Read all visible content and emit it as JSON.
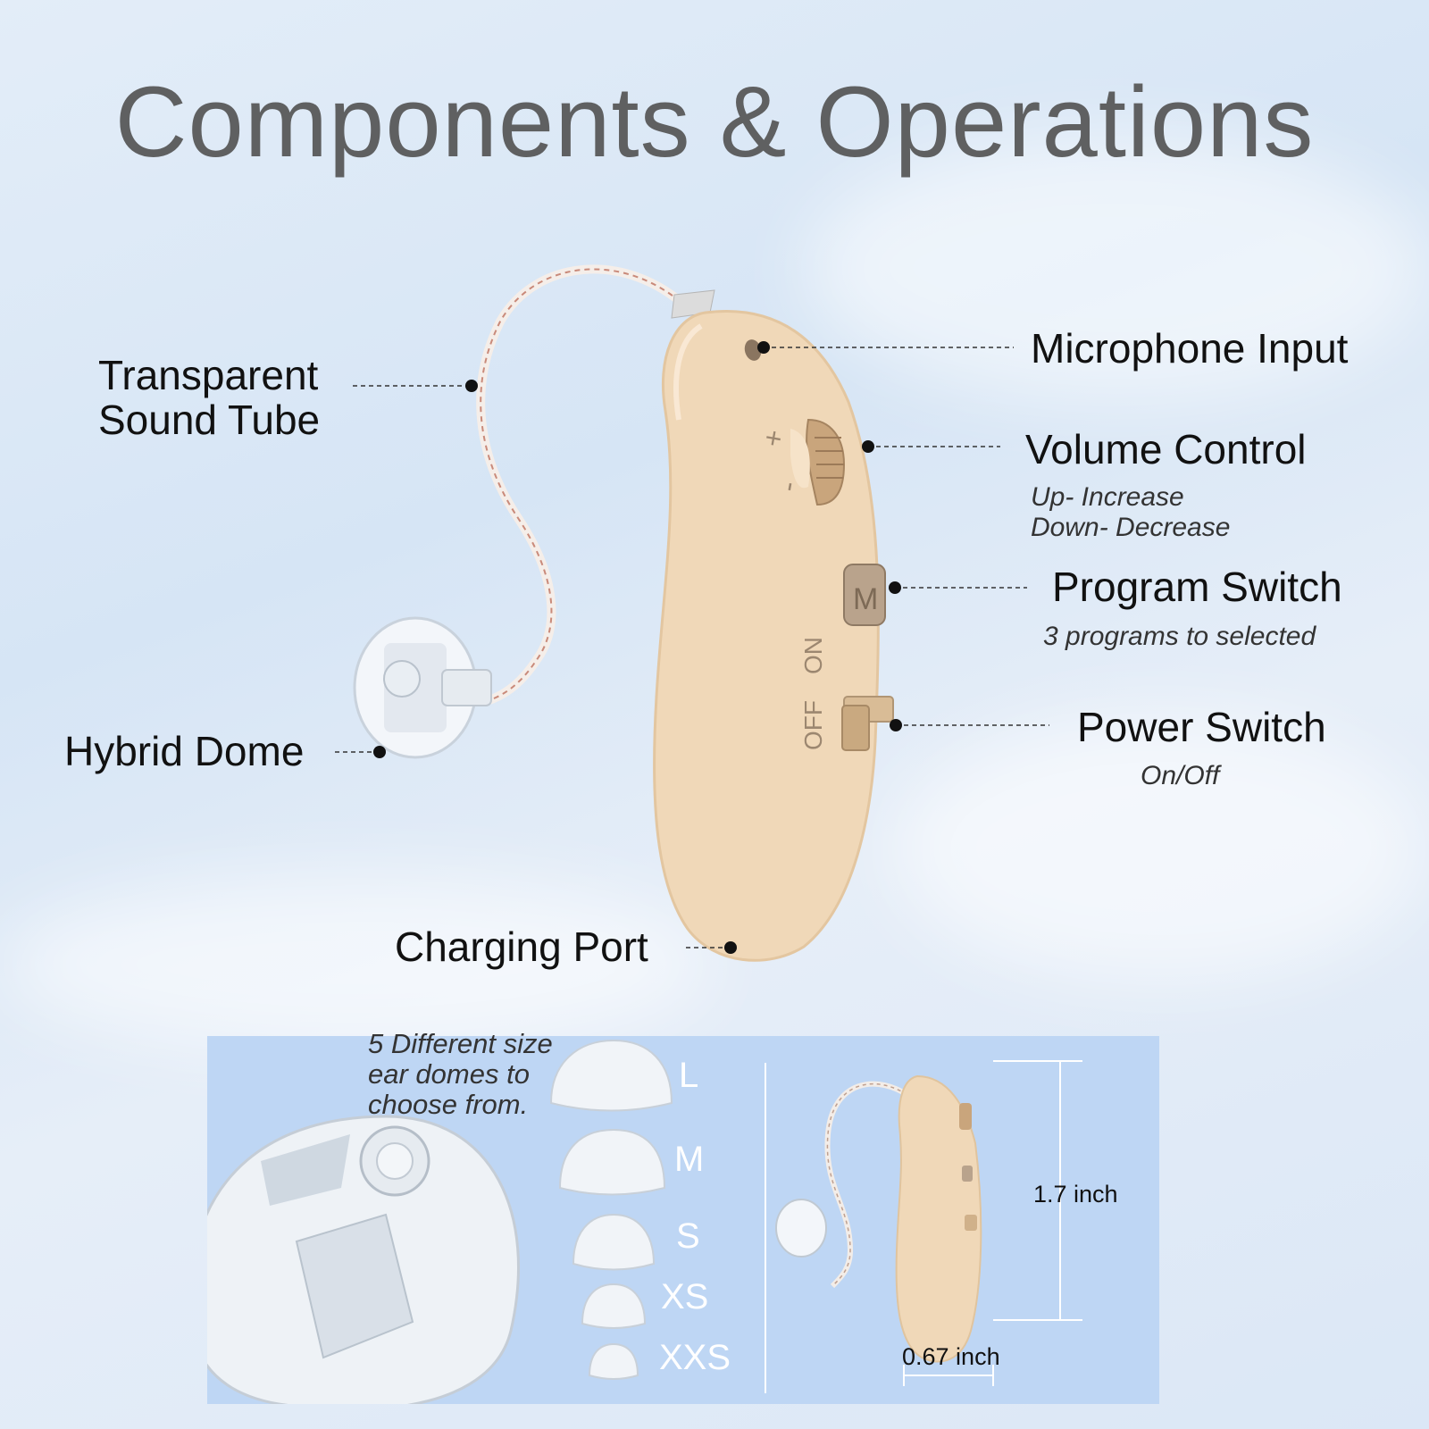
{
  "title": "Components & Operations",
  "labels": {
    "sound_tube": [
      "Transparent",
      "Sound Tube"
    ],
    "microphone": "Microphone Input",
    "volume": "Volume Control",
    "volume_sub": [
      "Up- Increase",
      "Down- Decrease"
    ],
    "program": "Program Switch",
    "program_sub": "3 programs to selected",
    "power": "Power Switch",
    "power_sub": "On/Off",
    "dome": "Hybrid Dome",
    "charging": "Charging Port"
  },
  "device_markings": {
    "plus": "+",
    "minus": "-",
    "on": "ON",
    "off": "OFF",
    "program_button": "M"
  },
  "domes_note": [
    "5 Different size",
    "ear domes to",
    "choose from."
  ],
  "dome_sizes": [
    "L",
    "M",
    "S",
    "XS",
    "XXS"
  ],
  "dimensions": {
    "height": "1.7 inch",
    "width": "0.67 inch"
  },
  "colors": {
    "body": "#f0d8b8",
    "title": "#5f6061",
    "panel": "#bed6f4"
  }
}
